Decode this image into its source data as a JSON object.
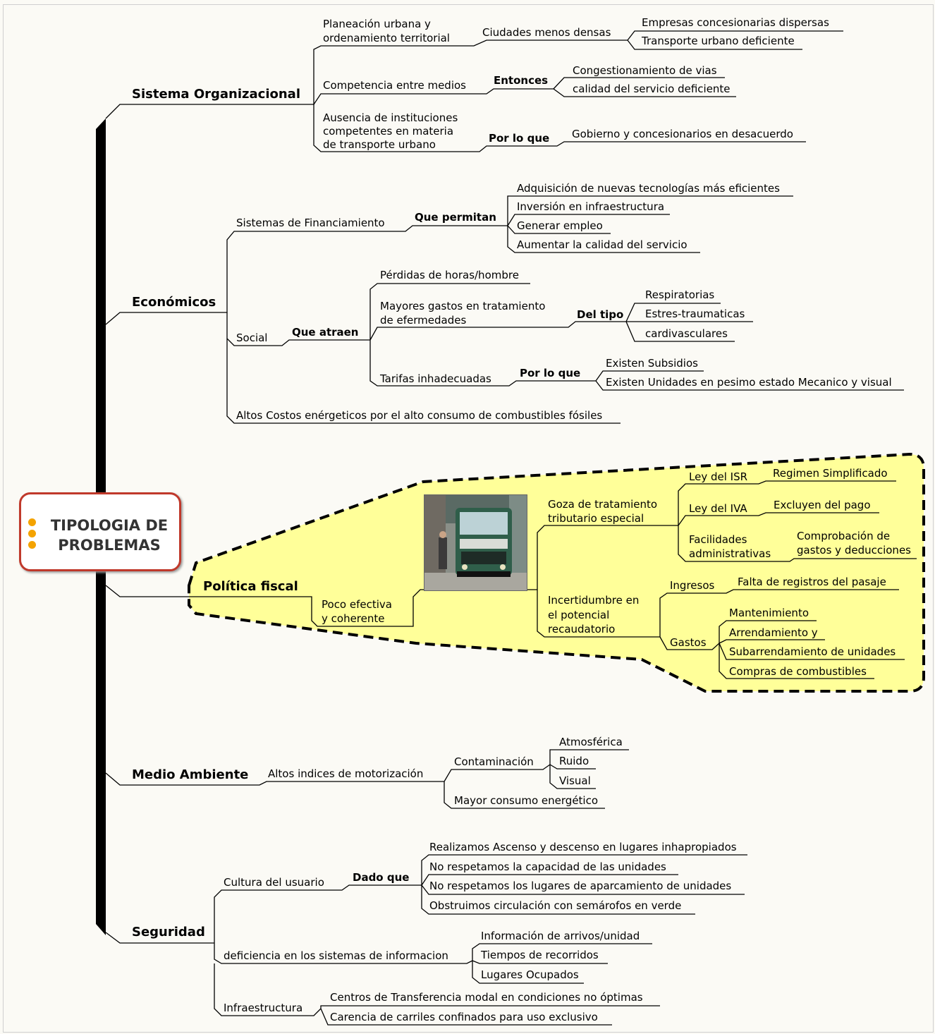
{
  "central": {
    "title_line1": "TIPOLOGIA DE",
    "title_line2": "PROBLEMAS"
  },
  "branches": {
    "sistema": {
      "label": "Sistema Organizacional",
      "planeacion_1": "Planeación urbana y",
      "planeacion_2": "ordenamiento territorial",
      "ciudades": "Ciudades menos densas",
      "empresas": "Empresas concesionarias dispersas",
      "transporte": "Transporte urbano deficiente",
      "competencia": "Competencia entre medios",
      "entonces": "Entonces",
      "congestion": "Congestionamiento de vias",
      "calidad": "calidad del servicio deficiente",
      "ausencia_1": "Ausencia de instituciones",
      "ausencia_2": "competentes en materia",
      "ausencia_3": "de transporte urbano",
      "porloque": "Por lo que",
      "gobierno": "Gobierno y concesionarios en desacuerdo"
    },
    "economicos": {
      "label": "Económicos",
      "financiamiento": "Sistemas de Financiamiento",
      "quepermitan": "Que permitan",
      "adquisicion": "Adquisición de nuevas tecnologías más eficientes",
      "inversion": "Inversión en infraestructura",
      "empleo": "Generar empleo",
      "aumentar": "Aumentar la calidad del servicio",
      "social": "Social",
      "queatraen": "Que atraen",
      "perdidas": "Pérdidas de horas/hombre",
      "mayores_1": "Mayores gastos en tratamiento",
      "mayores_2": "de efermedades",
      "deltipo": "Del tipo",
      "respiratorias": "Respiratorias",
      "estres": "Estres-traumaticas",
      "cardio": "cardivasculares",
      "tarifas": "Tarifas inhadecuadas",
      "porloque": "Por lo que",
      "subsidios": "Existen Subsidios",
      "unidades": "Existen Unidades en pesimo estado Mecanico y visual",
      "altos": "Altos Costos enérgeticos por el alto consumo de combustibles fósiles"
    },
    "politica": {
      "label": "Política fiscal",
      "poco_1": "Poco efectiva",
      "poco_2": "y coherente",
      "goza_1": "Goza de tratamiento",
      "goza_2": "tributario especial",
      "isr": "Ley del ISR",
      "regimen": "Regimen Simplificado",
      "iva": "Ley del IVA",
      "excluyen": "Excluyen del pago",
      "facil_1": "Facilidades",
      "facil_2": "administrativas",
      "comprob_1": "Comprobación de",
      "comprob_2": "gastos y deducciones",
      "incert_1": "Incertidumbre en",
      "incert_2": "el potencial",
      "incert_3": "recaudatorio",
      "ingresos": "Ingresos",
      "falta": "Falta de registros del pasaje",
      "gastos": "Gastos",
      "mantenimiento": "Mantenimiento",
      "arrendamiento": "Arrendamiento y",
      "subarrendamiento": "Subarrendamiento de unidades",
      "compras": "Compras de combustibles"
    },
    "medio": {
      "label": "Medio Ambiente",
      "altos": "Altos indices de motorización",
      "contaminacion": "Contaminación",
      "atmosferica": "Atmosférica",
      "ruido": "Ruido",
      "visual": "Visual",
      "mayor": "Mayor consumo energético"
    },
    "seguridad": {
      "label": "Seguridad",
      "cultura": "Cultura del usuario",
      "dadoque": "Dado que",
      "realizamos": "Realizamos Ascenso y descenso en lugares inhapropiados",
      "norespetamos_cap": "No respetamos la capacidad de las unidades",
      "norespetamos_lug": "No respetamos los lugares de aparcamiento de unidades",
      "obstruimos": "Obstruimos circulación con semárofos en verde",
      "deficiencia": "deficiencia en los sistemas de informacion",
      "informacion": "Información de arrivos/unidad",
      "tiempos": "Tiempos de recorridos",
      "lugares": "Lugares Ocupados",
      "infraestructura": "Infraestructura",
      "centros": "Centros de Transferencia modal en condiciones no óptimas",
      "carencia": "Carencia de carriles confinados para uso exclusivo"
    }
  },
  "colors": {
    "highlight_fill": "#ffff99",
    "central_border": "#c0392b",
    "bullet": "#f4a300"
  }
}
